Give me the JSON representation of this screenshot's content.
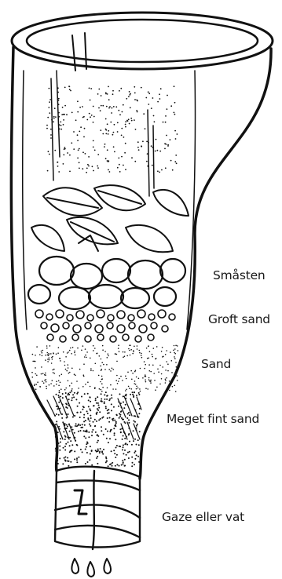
{
  "labels": [
    "Småsten",
    "Groft sand",
    "Sand",
    "Meget fint sand",
    "Gaze eller vat"
  ],
  "colors": {
    "ink": "#111111",
    "label": "#1a1a1a"
  }
}
